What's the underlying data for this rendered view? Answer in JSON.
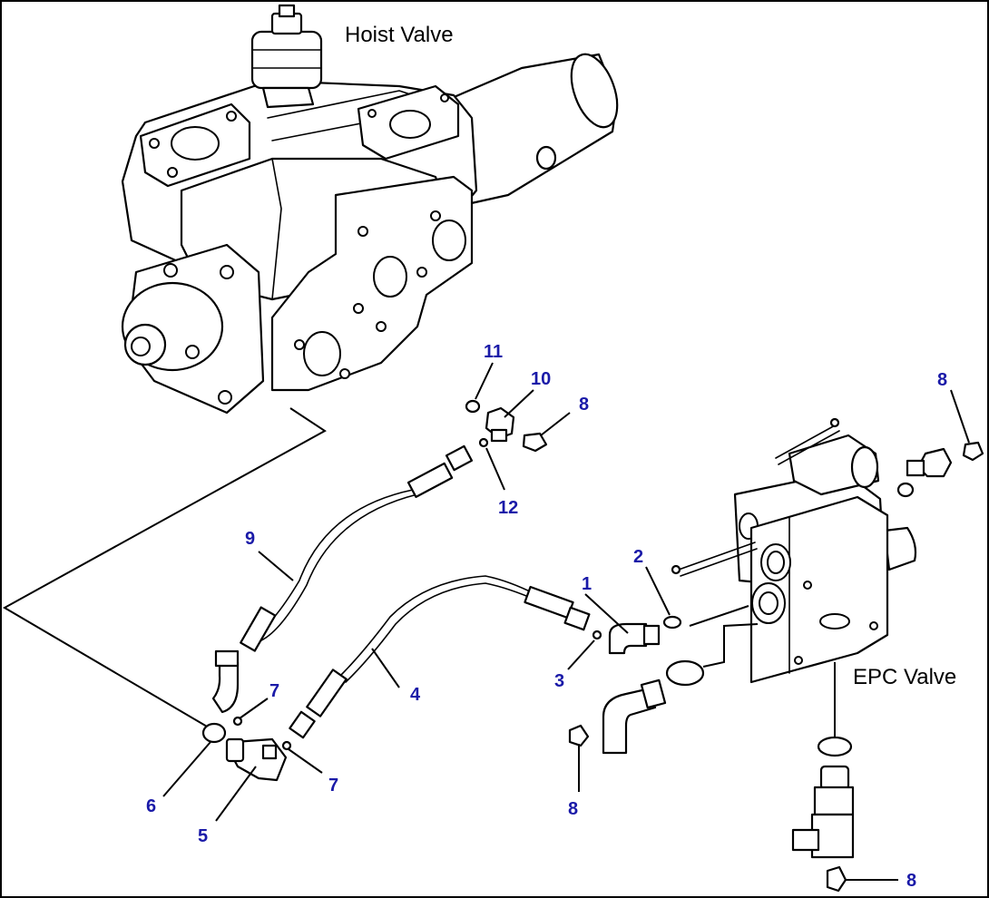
{
  "labels": {
    "hoist_valve": "Hoist Valve",
    "epc_valve": "EPC Valve"
  },
  "callouts": {
    "c1": "1",
    "c2": "2",
    "c3": "3",
    "c4": "4",
    "c5": "5",
    "c6": "6",
    "c7a": "7",
    "c7b": "7",
    "c8a": "8",
    "c8b": "8",
    "c8c": "8",
    "c8d": "8",
    "c9": "9",
    "c10": "10",
    "c11": "11",
    "c12": "12"
  },
  "colors": {
    "callout": "#1a1aa8",
    "line": "#000000",
    "background": "#ffffff"
  }
}
